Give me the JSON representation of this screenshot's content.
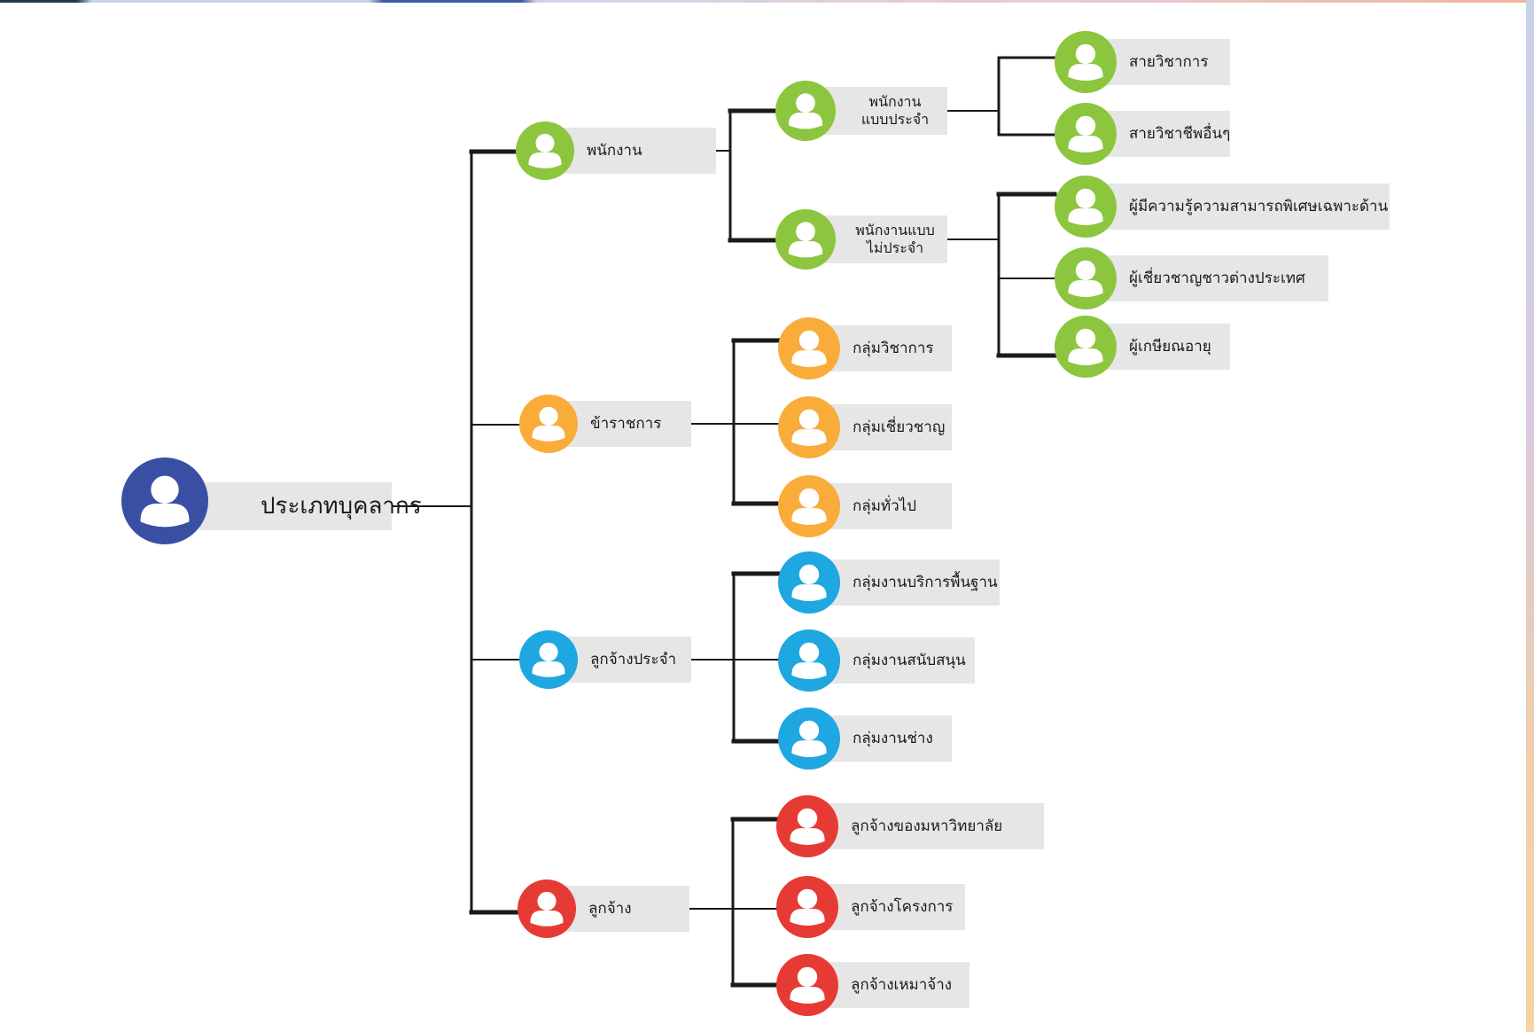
{
  "colors": {
    "root": "#3a4fa3",
    "green": "#8cc63f",
    "orange": "#f9ac3a",
    "blue": "#1ea7e0",
    "red": "#e63b35",
    "label_bg": "#e6e6e6",
    "line": "#1a1a1a"
  },
  "icon": "person-icon",
  "diagram": {
    "root": "ประเภทบุคลากร",
    "categories": {
      "employee": {
        "label": "พนักงาน",
        "permanent": {
          "label": "พนักงาน\nแบบประจำ",
          "children": [
            "สายวิชาการ",
            "สายวิชาชีพอื่นๆ"
          ]
        },
        "non_permanent": {
          "label": "พนักงานแบบ\nไม่ประจำ",
          "children": [
            "ผู้มีความรู้ความสามารถพิเศษเฉพาะด้าน",
            "ผู้เชี่ยวชาญชาวต่างประเทศ",
            "ผู้เกษียณอายุ"
          ]
        }
      },
      "civil_servant": {
        "label": "ข้าราชการ",
        "children": [
          "กลุ่มวิชาการ",
          "กลุ่มเชี่ยวชาญ",
          "กลุ่มทั่วไป"
        ]
      },
      "permanent_worker": {
        "label": "ลูกจ้างประจำ",
        "children": [
          "กลุ่มงานบริการพื้นฐาน",
          "กลุ่มงานสนับสนุน",
          "กลุ่มงานช่าง"
        ]
      },
      "worker": {
        "label": "ลูกจ้าง",
        "children": [
          "ลูกจ้างของมหาวิทยาลัย",
          "ลูกจ้างโครงการ",
          "ลูกจ้างเหมาจ้าง"
        ]
      }
    }
  }
}
